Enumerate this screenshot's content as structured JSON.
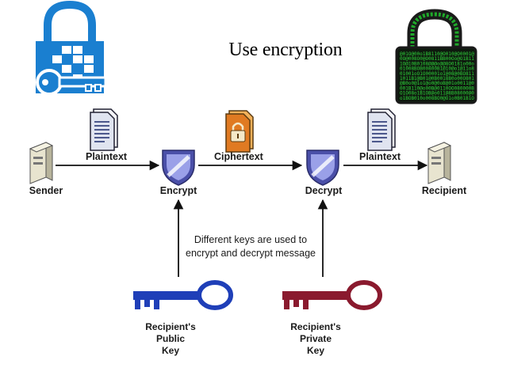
{
  "title": "Use encryption",
  "nodes": {
    "sender": "Sender",
    "encrypt": "Encrypt",
    "decrypt": "Decrypt",
    "recipient": "Recipient"
  },
  "edges": {
    "plaintext_left": "Plaintext",
    "ciphertext": "Ciphertext",
    "plaintext_right": "Plaintext"
  },
  "note": {
    "line1": "Different keys are used to",
    "line2": "encrypt and decrypt message"
  },
  "keys": {
    "public": {
      "line1": "Recipient's",
      "line2": "Public",
      "line3": "Key",
      "color": "#1f3fb8"
    },
    "private": {
      "line1": "Recipient's",
      "line2": "Private",
      "line3": "Key",
      "color": "#8a1a2e"
    }
  },
  "colors": {
    "lock_blue": "#1a7fd0",
    "lock_green": "#1fa82a",
    "shield": "#4a4fa8"
  }
}
